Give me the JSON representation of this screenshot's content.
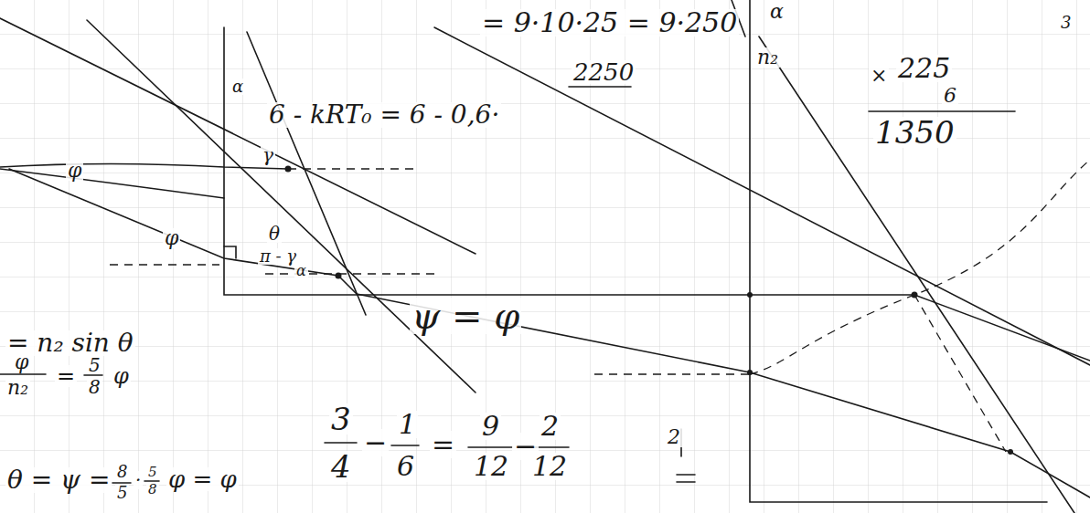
{
  "diagram": {
    "labels": [
      "= 9·10·25 = 9·250",
      "2250",
      "α",
      "n₂",
      "3",
      "×",
      "225",
      "6",
      "1350",
      "6 - kRT₀ = 6 - 0,6·",
      "α",
      "γ",
      "φ",
      "φ",
      "θ",
      "π - γ",
      "α",
      "ψ = φ",
      "= n₂ sin θ",
      "φ",
      "n₂",
      "=",
      "5",
      "8",
      "φ",
      "θ = ψ =",
      "8",
      "5",
      "·",
      "5",
      "8",
      "φ = φ",
      "3",
      "4",
      "−",
      "1",
      "6",
      "=",
      "9",
      "12",
      "−",
      "2",
      "12",
      "2"
    ]
  }
}
